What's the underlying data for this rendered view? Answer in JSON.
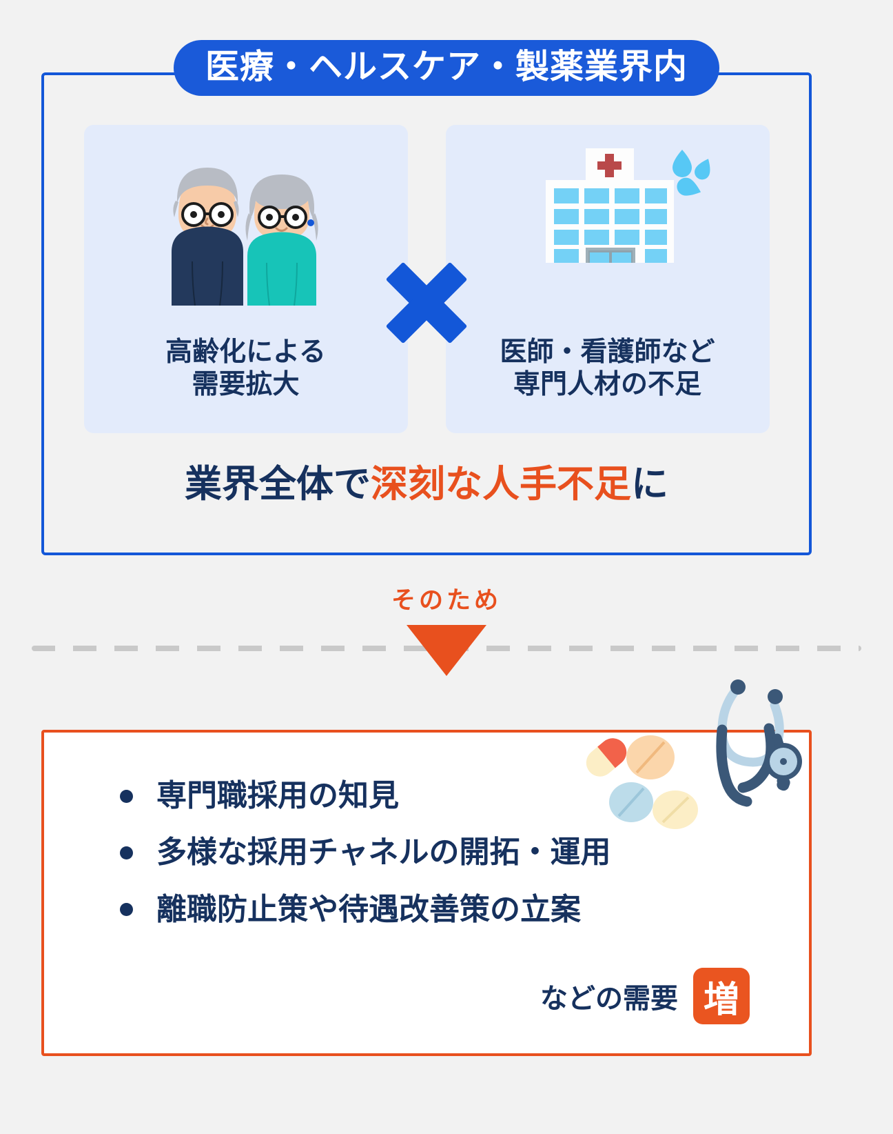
{
  "header": {
    "badge_label": "医療・ヘルスケア・製薬業界内"
  },
  "cards": [
    {
      "label_line1": "高齢化による",
      "label_line2": "需要拡大",
      "art": "elderly-couple-illustration"
    },
    {
      "label_line1": "医師・看護師など",
      "label_line2": "専門人材の不足",
      "art": "hospital-building-illustration"
    }
  ],
  "operator_icon": "x-cross-icon",
  "summary": {
    "prefix": "業界全体で",
    "highlight": "深刻な人手不足",
    "suffix": "に"
  },
  "connector": {
    "label": "そのため",
    "arrow_icon": "triangle-down-icon"
  },
  "bottom": {
    "bullets": [
      "専門職採用の知見",
      "多様な採用チャネルの開拓・運用",
      "離職防止策や待遇改善策の立案"
    ],
    "need_text": "などの需要",
    "need_badge": "増",
    "art": "stethoscope-and-pills-illustration"
  },
  "colors": {
    "brand_blue": "#1357d8",
    "badge_blue": "#1a5ad9",
    "navy": "#16315e",
    "orange": "#e8501e",
    "badge_orange": "#ea5520",
    "card_bg": "#e3ebfb",
    "page_bg": "#f2f2f2",
    "dash_gray": "#c9c9c9"
  }
}
